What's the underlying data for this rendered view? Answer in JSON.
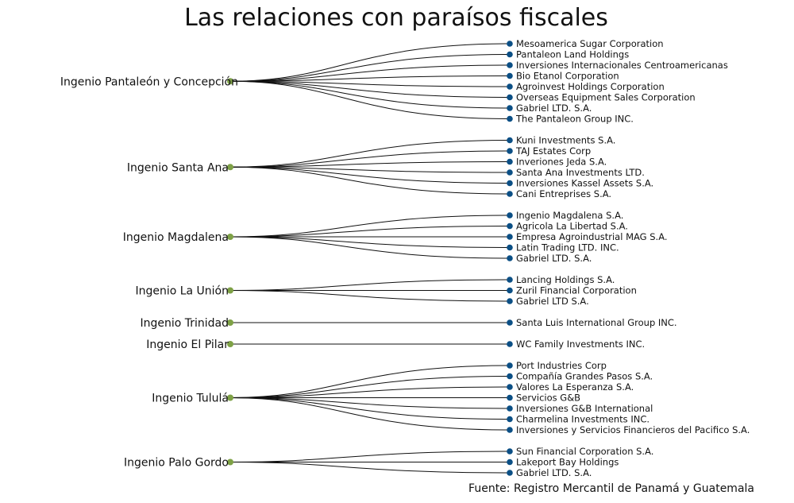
{
  "title": "Las relaciones con paraísos fiscales",
  "source": "Fuente: Registro Mercantil de Panamá y Guatemala",
  "colors": {
    "parent_node": "#7ea146",
    "child_node": "#0b4f85",
    "edge": "#111111"
  },
  "groups": [
    {
      "name": "Ingenio Pantaleón y Concepción",
      "children": [
        "Mesoamerica Sugar Corporation",
        "Pantaleon Land Holdings",
        "Inversiones Internacionales Centroamericanas",
        "Bio Etanol Corporation",
        "Agroinvest Holdings Corporation",
        "Overseas Equipment Sales Corporation",
        "Gabriel LTD. S.A.",
        "The Pantaleon Group INC."
      ]
    },
    {
      "name": "Ingenio Santa Ana",
      "children": [
        "Kuni Investments S.A.",
        "TAJ Estates Corp",
        "Inveriones Jeda S.A.",
        "Santa Ana Investments LTD.",
        "Inversiones Kassel Assets S.A.",
        "Cani Entreprises S.A."
      ]
    },
    {
      "name": "Ingenio Magdalena",
      "children": [
        "Ingenio Magdalena S.A.",
        "Agricola La Libertad S.A.",
        "Empresa Agroindustrial MAG S.A.",
        "Latin Trading LTD. INC.",
        "Gabriel LTD. S.A."
      ]
    },
    {
      "name": "Ingenio La Unión",
      "children": [
        "Lancing Holdings S.A.",
        "Zuril Financial Corporation",
        "Gabriel LTD S.A."
      ]
    },
    {
      "name": "Ingenio Trinidad",
      "children": [
        "Santa Luis International Group INC."
      ]
    },
    {
      "name": "Ingenio El Pilar",
      "children": [
        "WC Family Investments INC."
      ]
    },
    {
      "name": "Ingenio Tululá",
      "children": [
        "Port Industries Corp",
        "Compañía Grandes Pasos S.A.",
        "Valores La Esperanza S.A.",
        "Servicios G&B",
        "Inversiones G&B International",
        "Charmelina Investments INC.",
        "Inversiones y Servicios Financieros del Pacifico S.A."
      ]
    },
    {
      "name": "Ingenio Palo Gordo",
      "children": [
        "Sun Financial Corporation S.A.",
        "Lakeport Bay Holdings",
        "Gabriel LTD. S.A."
      ]
    }
  ]
}
